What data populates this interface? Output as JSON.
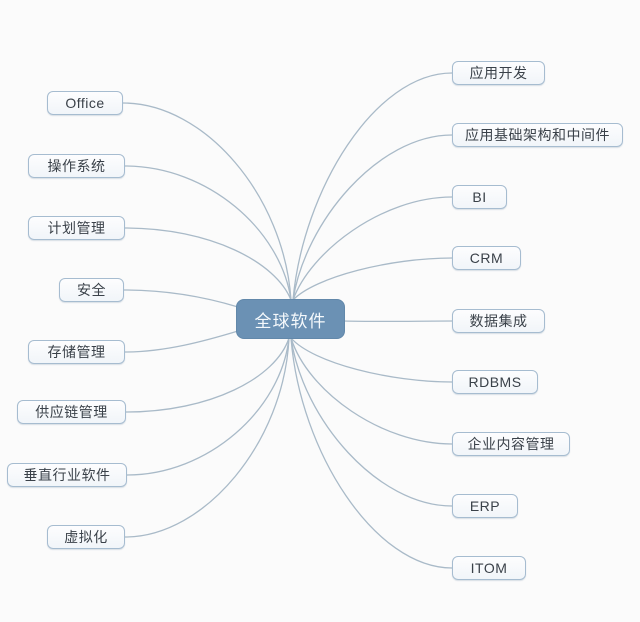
{
  "central": {
    "label": "全球软件"
  },
  "nodes": {
    "left": [
      {
        "label": "Office"
      },
      {
        "label": "操作系统"
      },
      {
        "label": "计划管理"
      },
      {
        "label": "安全"
      },
      {
        "label": "存储管理"
      },
      {
        "label": "供应链管理"
      },
      {
        "label": "垂直行业软件"
      },
      {
        "label": "虚拟化"
      }
    ],
    "right": [
      {
        "label": "应用开发"
      },
      {
        "label": "应用基础架构和中间件"
      },
      {
        "label": "BI"
      },
      {
        "label": "CRM"
      },
      {
        "label": "数据集成"
      },
      {
        "label": "RDBMS"
      },
      {
        "label": "企业内容管理"
      },
      {
        "label": "ERP"
      },
      {
        "label": "ITOM"
      }
    ]
  },
  "colors": {
    "background": "#fbfbfb",
    "central_fill": "#6b91b4",
    "central_text": "#f5f9fc",
    "node_border": "#a6bcd0",
    "node_fill": "#f6f9fb",
    "node_text": "#3a4149",
    "connector_line": "#a9bac8"
  }
}
